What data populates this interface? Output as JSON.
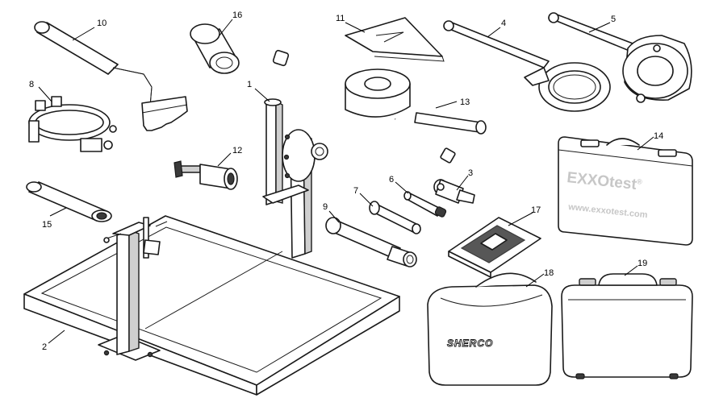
{
  "parts": [
    {
      "id": "1",
      "name": "stand-bracket"
    },
    {
      "id": "2",
      "name": "work-tray"
    },
    {
      "id": "3",
      "name": "pin-tool"
    },
    {
      "id": "4",
      "name": "hook-wrench"
    },
    {
      "id": "5",
      "name": "pin-spanner-and-ring"
    },
    {
      "id": "6",
      "name": "drift-small"
    },
    {
      "id": "7",
      "name": "drift-medium"
    },
    {
      "id": "8",
      "name": "hose-clamp"
    },
    {
      "id": "9",
      "name": "drift-large"
    },
    {
      "id": "10",
      "name": "gear-holder"
    },
    {
      "id": "11",
      "name": "blade-plate"
    },
    {
      "id": "12",
      "name": "adapter-bolt"
    },
    {
      "id": "13",
      "name": "puller"
    },
    {
      "id": "14",
      "name": "tool-case"
    },
    {
      "id": "15",
      "name": "socket-tube"
    },
    {
      "id": "16",
      "name": "sleeve-bushing"
    },
    {
      "id": "17",
      "name": "manual-book"
    },
    {
      "id": "18",
      "name": "soft-bag"
    },
    {
      "id": "19",
      "name": "hard-case"
    }
  ],
  "labels": {
    "case_brand": "EXXOtest",
    "case_reg": "®",
    "case_url": "www.exxotest.com",
    "bag_brand": "SHERCO"
  }
}
